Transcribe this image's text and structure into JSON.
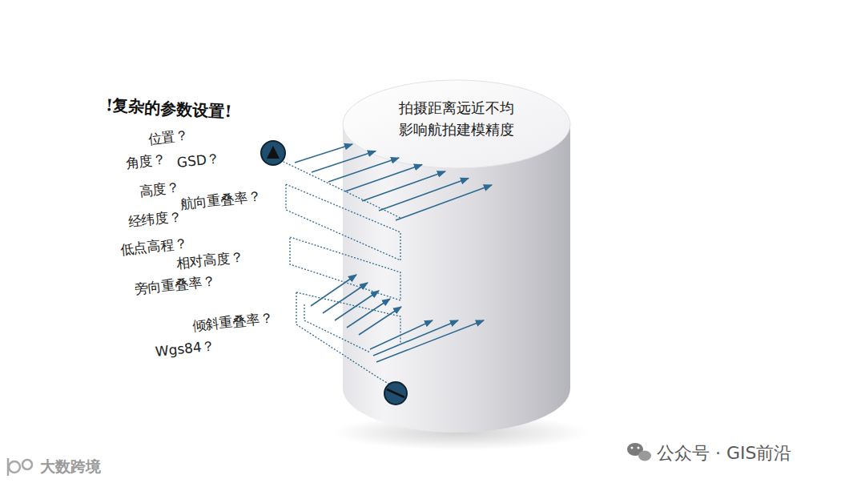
{
  "diagram": {
    "nodes": [
      {
        "text": [
          "拍摄距离远近不均 影响航拍建模精度"
        ]
      }
    ],
    "labels": [
      "!复杂的参数设置!",
      "位置？",
      "角度？",
      "GSD？",
      "高度？",
      "航向重叠率？",
      "经纬度？",
      "低点高程？",
      "相对高度？",
      "旁向重叠率？",
      "倾斜重叠率？",
      "Wgs84？",
      "公众号 · GIS前沿",
      "大数跨境"
    ]
  }
}
